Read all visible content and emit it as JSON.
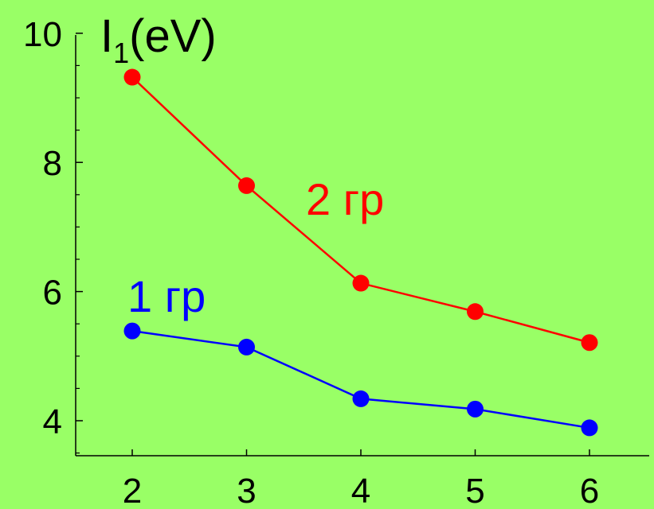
{
  "chart_data": {
    "type": "line",
    "title_main": "I",
    "title_sub": "1",
    "title_rest": "(eV)",
    "x": [
      2,
      3,
      4,
      5,
      6
    ],
    "xticks": [
      "2",
      "3",
      "4",
      "5",
      "6"
    ],
    "yticks": [
      "4",
      "6",
      "8",
      "10"
    ],
    "xlim": [
      1.5,
      6.5
    ],
    "ylim": [
      3.5,
      10
    ],
    "series": [
      {
        "name": "1 гр",
        "color": "#0000ff",
        "values": [
          5.39,
          5.14,
          4.34,
          4.18,
          3.89
        ]
      },
      {
        "name": "2 гр",
        "color": "#ff0000",
        "values": [
          9.32,
          7.64,
          6.13,
          5.69,
          5.21
        ]
      }
    ],
    "background": "#99ff66",
    "grid": false,
    "legend": "inline labels"
  }
}
